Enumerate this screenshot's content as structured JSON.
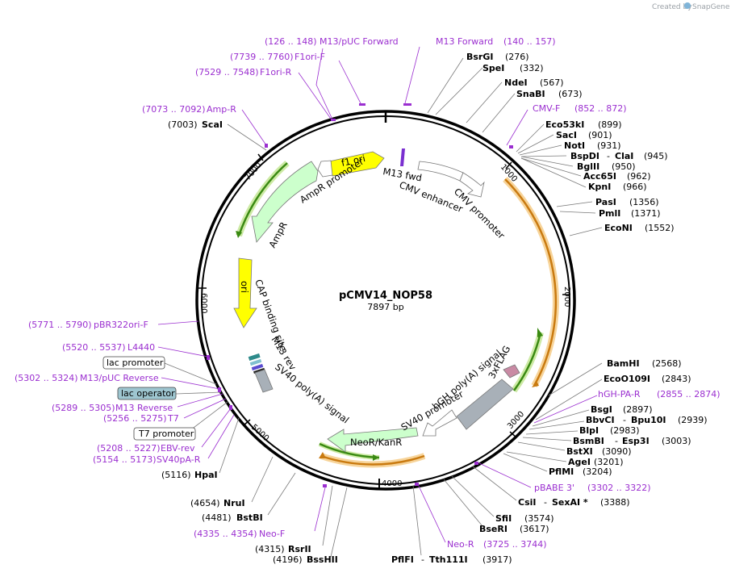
{
  "header": {
    "credit_prefix": "Created by",
    "credit_brand": "SnapGene"
  },
  "plasmid": {
    "name": "pCMV14_NOP58",
    "length": "7897 bp"
  },
  "ticks": [
    "1000",
    "2000",
    "3000",
    "4000",
    "5000",
    "6000",
    "7000"
  ],
  "features": {
    "f1_ori": "f1 ori",
    "ampr_promoter": "AmpR promoter",
    "ampr": "AmpR",
    "ori": "ori",
    "cap_site": "CAP binding site",
    "m13_rev": "M13 rev",
    "sv40_pa": "SV40 poly(A) signal",
    "neor": "NeoR/KanR",
    "sv40_promoter": "SV40 promoter",
    "hgh_pa": "hGH poly(A) signal",
    "flag": "3xFLAG",
    "m13_fwd": "M13 fwd",
    "cmv_enhancer": "CMV enhancer",
    "cmv_promoter": "CMV promoter"
  },
  "boxed_labels": {
    "lac_promoter": "lac promoter",
    "lac_operator": "lac operator",
    "t7_promoter": "T7 promoter"
  },
  "top_primers": {
    "m13puc_fwd_pos": "(126 .. 148)",
    "m13puc_fwd": "M13/pUC Forward",
    "m13_forward": "M13 Forward",
    "m13_forward_pos": "(140 .. 157)",
    "f1ori_f_pos": "(7739 .. 7760)",
    "f1ori_f": "F1ori-F",
    "f1ori_r_pos": "(7529 .. 7548)",
    "f1ori_r": "F1ori-R",
    "ampr_pos": "(7073 .. 7092)",
    "ampr": "Amp-R"
  },
  "left_primers": {
    "pbr_pos": "(5771 .. 5790)",
    "pbr": "pBR322ori-F",
    "l4440_pos": "(5520 .. 5537)",
    "l4440": "L4440",
    "m13puc_rev_pos": "(5302 .. 5324)",
    "m13puc_rev": "M13/pUC Reverse",
    "m13_reverse_pos": "(5289 .. 5305)",
    "m13_reverse": "M13 Reverse",
    "t7_pos": "(5256 .. 5275)",
    "t7": "T7",
    "ebv_pos": "(5208 .. 5227)",
    "ebv": "EBV-rev",
    "sv40pa_pos": "(5154 .. 5173)",
    "sv40pa": "SV40pA-R"
  },
  "bottom_primers": {
    "neof_pos": "(4335 .. 4354)",
    "neof": "Neo-F",
    "neor": "Neo-R",
    "neor_pos": "(3725 .. 3744)"
  },
  "right_primers": {
    "cmvf": "CMV-F",
    "cmvf_pos": "(852 .. 872)",
    "hghpa": "hGH-PA-R",
    "hghpa_pos": "(2855 .. 2874)",
    "pbabe": "pBABE 3'",
    "pbabe_pos": "(3302 .. 3322)"
  },
  "enzymes": {
    "scai_pos": "(7003)",
    "scai": "ScaI",
    "bsrgi": "BsrGI",
    "bsrgi_pos": "(276)",
    "spei": "SpeI",
    "spei_pos": "(332)",
    "ndei": "NdeI",
    "ndei_pos": "(567)",
    "snabi": "SnaBI",
    "snabi_pos": "(673)",
    "eco53ki": "Eco53kI",
    "eco53ki_pos": "(899)",
    "saci": "SacI",
    "saci_pos": "(901)",
    "noti": "NotI",
    "noti_pos": "(931)",
    "bspdi": "BspDI",
    "clai": "ClaI",
    "bspdi_pos": "(945)",
    "bglii": "BglII",
    "bglii_pos": "(950)",
    "acc65i": "Acc65I",
    "acc65i_pos": "(962)",
    "kpni": "KpnI",
    "kpni_pos": "(966)",
    "pasi": "PasI",
    "pasi_pos": "(1356)",
    "pmli": "PmlI",
    "pmli_pos": "(1371)",
    "econi": "EcoNI",
    "econi_pos": "(1552)",
    "bamhi": "BamHI",
    "bamhi_pos": "(2568)",
    "eco0109i": "EcoO109I",
    "eco0109i_pos": "(2843)",
    "bsgi": "BsgI",
    "bsgi_pos": "(2897)",
    "bbvci": "BbvCI",
    "bpu10i": "Bpu10I",
    "bbvci_pos": "(2939)",
    "blpi": "BlpI",
    "blpi_pos": "(2983)",
    "bsmbi": "BsmBI",
    "esp3i": "Esp3I",
    "bsmbi_pos": "(3003)",
    "bstxi": "BstXI",
    "bstxi_pos": "(3090)",
    "agei": "AgeI",
    "agei_pos": "(3201)",
    "pflmi": "PflMI",
    "pflmi_pos": "(3204)",
    "csii": "CsiI",
    "sexai": "SexAI *",
    "csii_pos": "(3388)",
    "sfii": "SfiI",
    "sfii_pos": "(3574)",
    "bseri": "BseRI",
    "bseri_pos": "(3617)",
    "pflfi": "PflFI",
    "tth111i": "Tth111I",
    "pflfi_pos": "(3917)",
    "hpai_pos": "(5116)",
    "hpai": "HpaI",
    "drui_pos": "(4654)",
    "drui": "NruI",
    "bstbi_pos": "(4481)",
    "bstbi": "BstBI",
    "rsrii_pos": "(4315)",
    "rsrii": "RsrII",
    "bsshii_pos": "(4196)",
    "bsshii": "BssHII"
  },
  "colors": {
    "ring": "#000000",
    "feature_purple_text": "#9b2fd0",
    "f1_ori": "#ffff00",
    "ori": "#ffff00",
    "ampr": "#ccffcc",
    "neor": "#ccffcc",
    "gene_outline_green": "#7bc043",
    "orf_orange": "#f0a020",
    "sv40_poly": "#a8b0b8",
    "lac_operator": "#9ec6d0",
    "flag": "#c98aa4"
  }
}
